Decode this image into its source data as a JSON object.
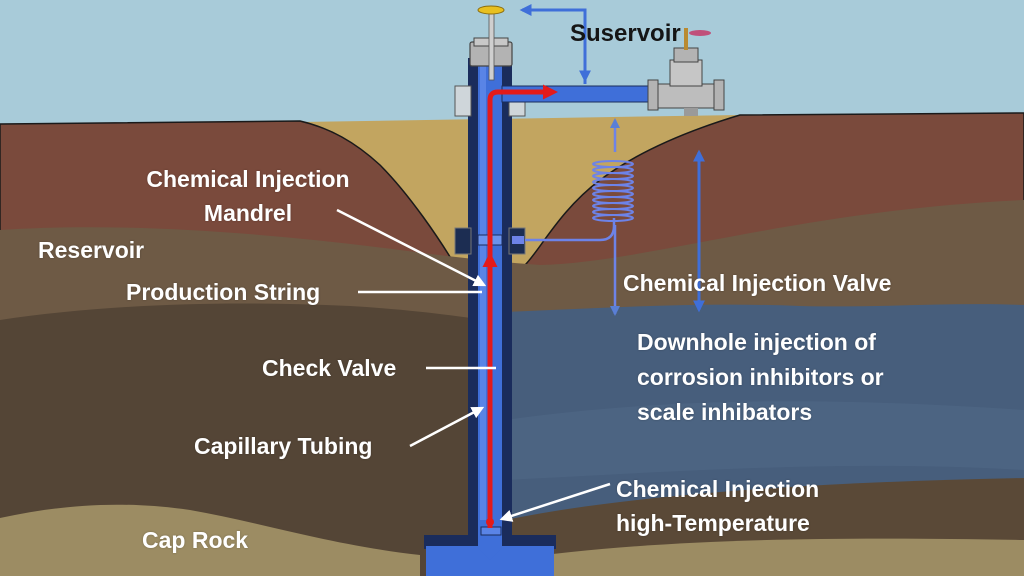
{
  "diagram": {
    "title_label": "Suservoir",
    "labels": {
      "mandrel_line1": "Chemical Injection",
      "mandrel_line2": "Mandrel",
      "reservoir": "Reservoir",
      "production_string": "Production String",
      "check_valve": "Check Valve",
      "capillary_tubing": "Capillary Tubing",
      "cap_rock": "Cap Rock",
      "injection_valve": "Chemical Injection Valve",
      "downhole_line1": "Downhole injection of",
      "downhole_line2": "corrosion inhibitors or",
      "downhole_line3": "scale inhibators",
      "high_temp_line1": "Chemical Injection",
      "high_temp_line2": "high-Temperature"
    },
    "colors": {
      "sky": "#a8cbd9",
      "topsoil_brown": "#7a4a3c",
      "sand": "#c2a560",
      "reservoir_layer": "#6e5a45",
      "deep_layer": "#544536",
      "water_layer": "#475e7c",
      "cap_rock": "#9c8c63",
      "tubing_blue": "#3f6fd9",
      "tubing_dark": "#1a2c5c",
      "capillary_red": "#e41a1a",
      "valve_gray": "#b3b3b3",
      "handwheel_yellow": "#e8c020",
      "arrow_blue": "#5a7fd6",
      "label_white": "#ffffff",
      "title_dark": "#151515"
    }
  }
}
